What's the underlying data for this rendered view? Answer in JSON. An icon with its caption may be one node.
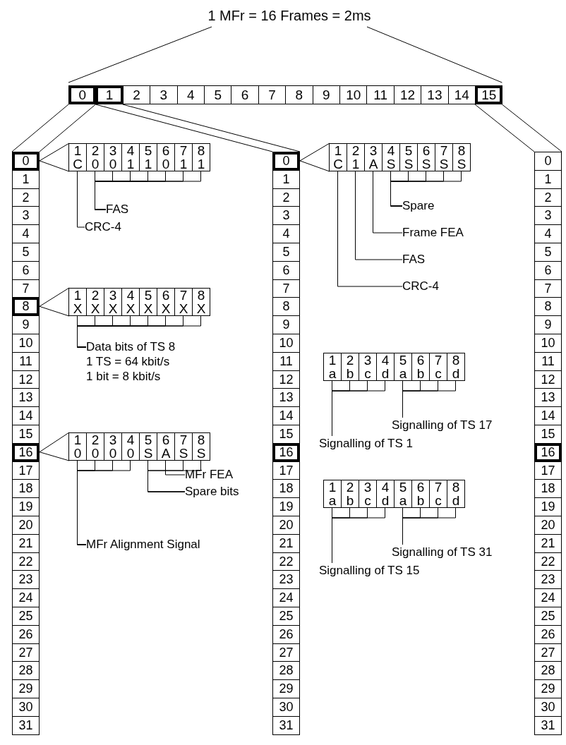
{
  "diagram": {
    "title": "1 MFr = 16 Frames = 2ms",
    "nodes": [
      {
        "text": [
          "FAS"
        ]
      },
      {
        "text": [
          "CRC-4"
        ]
      },
      {
        "text": [
          "Spare"
        ]
      },
      {
        "text": [
          "Frame FEA"
        ]
      },
      {
        "text": [
          "FAS"
        ]
      },
      {
        "text": [
          "CRC-4"
        ]
      },
      {
        "text": [
          "Data bits of TS 8 1 TS = 64 kbit/s 1 bit = 8 kbit/s"
        ]
      },
      {
        "text": [
          "Signalling of TS 17"
        ]
      },
      {
        "text": [
          "Signalling of TS 1"
        ]
      },
      {
        "text": [
          "MFr FEA"
        ]
      },
      {
        "text": [
          "Spare bits"
        ]
      },
      {
        "text": [
          "Signalling of TS 31"
        ]
      },
      {
        "text": [
          "MFr Alignment Signal"
        ]
      },
      {
        "text": [
          "Signalling of TS 15"
        ]
      },
      {
        "text": [
          "1",
          "C"
        ]
      },
      {
        "text": [
          "2",
          "0"
        ]
      },
      {
        "text": [
          "3",
          "0"
        ]
      },
      {
        "text": [
          "4",
          "1"
        ]
      },
      {
        "text": [
          "5",
          "1"
        ]
      },
      {
        "text": [
          "6",
          "0"
        ]
      },
      {
        "text": [
          "7",
          "1"
        ]
      },
      {
        "text": [
          "8",
          "1"
        ]
      },
      {
        "text": [
          "1",
          "X"
        ]
      },
      {
        "text": [
          "2",
          "X"
        ]
      },
      {
        "text": [
          "3",
          "X"
        ]
      },
      {
        "text": [
          "4",
          "X"
        ]
      },
      {
        "text": [
          "5",
          "X"
        ]
      },
      {
        "text": [
          "6",
          "X"
        ]
      },
      {
        "text": [
          "7",
          "X"
        ]
      },
      {
        "text": [
          "8",
          "X"
        ]
      },
      {
        "text": [
          "1",
          "0"
        ]
      },
      {
        "text": [
          "2",
          "0"
        ]
      },
      {
        "text": [
          "3",
          "0"
        ]
      },
      {
        "text": [
          "4",
          "0"
        ]
      },
      {
        "text": [
          "5",
          "S"
        ]
      },
      {
        "text": [
          "6",
          "A"
        ]
      },
      {
        "text": [
          "7",
          "S"
        ]
      },
      {
        "text": [
          "8",
          "S"
        ]
      },
      {
        "text": [
          "1",
          "C"
        ]
      },
      {
        "text": [
          "2",
          "1"
        ]
      },
      {
        "text": [
          "3",
          "A"
        ]
      },
      {
        "text": [
          "4",
          "S"
        ]
      },
      {
        "text": [
          "5",
          "S"
        ]
      },
      {
        "text": [
          "6",
          "S"
        ]
      },
      {
        "text": [
          "7",
          "S"
        ]
      },
      {
        "text": [
          "8",
          "S"
        ]
      },
      {
        "text": [
          "1",
          "a"
        ]
      },
      {
        "text": [
          "2",
          "b"
        ]
      },
      {
        "text": [
          "3",
          "c"
        ]
      },
      {
        "text": [
          "4",
          "d"
        ]
      },
      {
        "text": [
          "5",
          "a"
        ]
      },
      {
        "text": [
          "6",
          "b"
        ]
      },
      {
        "text": [
          "7",
          "c"
        ]
      },
      {
        "text": [
          "8",
          "d"
        ]
      },
      {
        "text": [
          "1",
          "a"
        ]
      },
      {
        "text": [
          "2",
          "b"
        ]
      },
      {
        "text": [
          "3",
          "c"
        ]
      },
      {
        "text": [
          "4",
          "d"
        ]
      },
      {
        "text": [
          "5",
          "a"
        ]
      },
      {
        "text": [
          "6",
          "b"
        ]
      },
      {
        "text": [
          "7",
          "c"
        ]
      },
      {
        "text": [
          "8",
          "d"
        ]
      },
      {
        "text": [
          "0"
        ]
      },
      {
        "text": [
          "1"
        ]
      },
      {
        "text": [
          "2"
        ]
      },
      {
        "text": [
          "3"
        ]
      },
      {
        "text": [
          "4"
        ]
      },
      {
        "text": [
          "5"
        ]
      },
      {
        "text": [
          "6"
        ]
      },
      {
        "text": [
          "7"
        ]
      },
      {
        "text": [
          "8"
        ]
      },
      {
        "text": [
          "9"
        ]
      },
      {
        "text": [
          "10"
        ]
      },
      {
        "text": [
          "11"
        ]
      },
      {
        "text": [
          "12"
        ]
      },
      {
        "text": [
          "13"
        ]
      },
      {
        "text": [
          "14"
        ]
      },
      {
        "text": [
          "15"
        ]
      },
      {
        "text": [
          "0"
        ]
      },
      {
        "text": [
          "1"
        ]
      },
      {
        "text": [
          "2"
        ]
      },
      {
        "text": [
          "3"
        ]
      },
      {
        "text": [
          "4"
        ]
      },
      {
        "text": [
          "5"
        ]
      },
      {
        "text": [
          "6"
        ]
      },
      {
        "text": [
          "7"
        ]
      },
      {
        "text": [
          "8"
        ]
      },
      {
        "text": [
          "9"
        ]
      },
      {
        "text": [
          "10"
        ]
      },
      {
        "text": [
          "11"
        ]
      },
      {
        "text": [
          "12"
        ]
      },
      {
        "text": [
          "13"
        ]
      },
      {
        "text": [
          "14"
        ]
      },
      {
        "text": [
          "15"
        ]
      },
      {
        "text": [
          "16"
        ]
      },
      {
        "text": [
          "17"
        ]
      },
      {
        "text": [
          "18"
        ]
      },
      {
        "text": [
          "19"
        ]
      },
      {
        "text": [
          "20"
        ]
      },
      {
        "text": [
          "21"
        ]
      },
      {
        "text": [
          "22"
        ]
      },
      {
        "text": [
          "23"
        ]
      },
      {
        "text": [
          "24"
        ]
      },
      {
        "text": [
          "25"
        ]
      },
      {
        "text": [
          "26"
        ]
      },
      {
        "text": [
          "27"
        ]
      },
      {
        "text": [
          "28"
        ]
      },
      {
        "text": [
          "29"
        ]
      },
      {
        "text": [
          "30"
        ]
      },
      {
        "text": [
          "31"
        ]
      },
      {
        "text": [
          "0"
        ]
      },
      {
        "text": [
          "1"
        ]
      },
      {
        "text": [
          "2"
        ]
      },
      {
        "text": [
          "3"
        ]
      },
      {
        "text": [
          "4"
        ]
      },
      {
        "text": [
          "5"
        ]
      },
      {
        "text": [
          "6"
        ]
      },
      {
        "text": [
          "7"
        ]
      },
      {
        "text": [
          "8"
        ]
      },
      {
        "text": [
          "9"
        ]
      },
      {
        "text": [
          "10"
        ]
      },
      {
        "text": [
          "11"
        ]
      },
      {
        "text": [
          "12"
        ]
      },
      {
        "text": [
          "13"
        ]
      },
      {
        "text": [
          "14"
        ]
      },
      {
        "text": [
          "15"
        ]
      },
      {
        "text": [
          "16"
        ]
      },
      {
        "text": [
          "17"
        ]
      },
      {
        "text": [
          "18"
        ]
      },
      {
        "text": [
          "19"
        ]
      },
      {
        "text": [
          "20"
        ]
      },
      {
        "text": [
          "21"
        ]
      },
      {
        "text": [
          "22"
        ]
      },
      {
        "text": [
          "23"
        ]
      },
      {
        "text": [
          "24"
        ]
      },
      {
        "text": [
          "25"
        ]
      },
      {
        "text": [
          "26"
        ]
      },
      {
        "text": [
          "27"
        ]
      },
      {
        "text": [
          "28"
        ]
      },
      {
        "text": [
          "29"
        ]
      },
      {
        "text": [
          "30"
        ]
      },
      {
        "text": [
          "31"
        ]
      },
      {
        "text": [
          "0"
        ]
      },
      {
        "text": [
          "1"
        ]
      },
      {
        "text": [
          "2"
        ]
      },
      {
        "text": [
          "3"
        ]
      },
      {
        "text": [
          "4"
        ]
      },
      {
        "text": [
          "5"
        ]
      },
      {
        "text": [
          "6"
        ]
      },
      {
        "text": [
          "7"
        ]
      },
      {
        "text": [
          "8"
        ]
      },
      {
        "text": [
          "9"
        ]
      },
      {
        "text": [
          "10"
        ]
      },
      {
        "text": [
          "11"
        ]
      },
      {
        "text": [
          "12"
        ]
      },
      {
        "text": [
          "13"
        ]
      },
      {
        "text": [
          "14"
        ]
      },
      {
        "text": [
          "15"
        ]
      },
      {
        "text": [
          "16"
        ]
      },
      {
        "text": [
          "17"
        ]
      },
      {
        "text": [
          "18"
        ]
      },
      {
        "text": [
          "19"
        ]
      },
      {
        "text": [
          "20"
        ]
      },
      {
        "text": [
          "21"
        ]
      },
      {
        "text": [
          "22"
        ]
      },
      {
        "text": [
          "23"
        ]
      },
      {
        "text": [
          "24"
        ]
      },
      {
        "text": [
          "25"
        ]
      },
      {
        "text": [
          "26"
        ]
      },
      {
        "text": [
          "27"
        ]
      },
      {
        "text": [
          "28"
        ]
      },
      {
        "text": [
          "29"
        ]
      },
      {
        "text": [
          "30"
        ]
      },
      {
        "text": [
          "31"
        ]
      }
    ],
    "edges": [
      {
        "from": 0,
        "to": 15,
        "arrow": "none"
      },
      {
        "from": 0,
        "to": 16,
        "arrow": "none"
      },
      {
        "from": 0,
        "to": 17,
        "arrow": "none"
      },
      {
        "from": 0,
        "to": 18,
        "arrow": "none"
      },
      {
        "from": 0,
        "to": 19,
        "arrow": "none"
      },
      {
        "from": 0,
        "to": 20,
        "arrow": "none"
      },
      {
        "from": 0,
        "to": 21,
        "arrow": "none"
      },
      {
        "from": 1,
        "to": 14,
        "arrow": "none"
      },
      {
        "from": 2,
        "to": 41,
        "arrow": "none"
      },
      {
        "from": 2,
        "to": 42,
        "arrow": "none"
      },
      {
        "from": 2,
        "to": 43,
        "arrow": "none"
      },
      {
        "from": 2,
        "to": 44,
        "arrow": "none"
      },
      {
        "from": 2,
        "to": 45,
        "arrow": "none"
      },
      {
        "from": 3,
        "to": 40,
        "arrow": "none"
      },
      {
        "from": 4,
        "to": 39,
        "arrow": "none"
      },
      {
        "from": 5,
        "to": 38,
        "arrow": "none"
      },
      {
        "from": 6,
        "to": 22,
        "arrow": "none"
      },
      {
        "from": 6,
        "to": 23,
        "arrow": "none"
      },
      {
        "from": 6,
        "to": 24,
        "arrow": "none"
      },
      {
        "from": 6,
        "to": 25,
        "arrow": "none"
      },
      {
        "from": 6,
        "to": 26,
        "arrow": "none"
      },
      {
        "from": 6,
        "to": 27,
        "arrow": "none"
      },
      {
        "from": 6,
        "to": 28,
        "arrow": "none"
      },
      {
        "from": 6,
        "to": 29,
        "arrow": "none"
      },
      {
        "from": 7,
        "to": 50,
        "arrow": "none"
      },
      {
        "from": 7,
        "to": 51,
        "arrow": "none"
      },
      {
        "from": 7,
        "to": 52,
        "arrow": "none"
      },
      {
        "from": 7,
        "to": 53,
        "arrow": "none"
      },
      {
        "from": 8,
        "to": 46,
        "arrow": "none"
      },
      {
        "from": 8,
        "to": 47,
        "arrow": "none"
      },
      {
        "from": 8,
        "to": 48,
        "arrow": "none"
      },
      {
        "from": 8,
        "to": 49,
        "arrow": "none"
      },
      {
        "from": 9,
        "to": 35,
        "arrow": "none"
      },
      {
        "from": 10,
        "to": 34,
        "arrow": "none"
      },
      {
        "from": 10,
        "to": 36,
        "arrow": "none"
      },
      {
        "from": 10,
        "to": 37,
        "arrow": "none"
      },
      {
        "from": 11,
        "to": 58,
        "arrow": "none"
      },
      {
        "from": 11,
        "to": 59,
        "arrow": "none"
      },
      {
        "from": 11,
        "to": 60,
        "arrow": "none"
      },
      {
        "from": 11,
        "to": 61,
        "arrow": "none"
      },
      {
        "from": 12,
        "to": 30,
        "arrow": "none"
      },
      {
        "from": 12,
        "to": 31,
        "arrow": "none"
      },
      {
        "from": 12,
        "to": 32,
        "arrow": "none"
      },
      {
        "from": 12,
        "to": 33,
        "arrow": "none"
      },
      {
        "from": 13,
        "to": 54,
        "arrow": "none"
      },
      {
        "from": 13,
        "to": 55,
        "arrow": "none"
      },
      {
        "from": 13,
        "to": 56,
        "arrow": "none"
      },
      {
        "from": 13,
        "to": 57,
        "arrow": "none"
      },
      {
        "from": 62,
        "to": 78,
        "arrow": "none"
      },
      {
        "from": 62,
        "to": 78,
        "arrow": "none"
      },
      {
        "from": 63,
        "to": 110,
        "arrow": "none"
      },
      {
        "from": 63,
        "to": 110,
        "arrow": "none"
      },
      {
        "from": 77,
        "to": 142,
        "arrow": "none"
      },
      {
        "from": 77,
        "to": 142,
        "arrow": "none"
      },
      {
        "from": 78,
        "to": 14,
        "arrow": "none"
      },
      {
        "from": 78,
        "to": 14,
        "arrow": "none"
      },
      {
        "from": 86,
        "to": 22,
        "arrow": "none"
      },
      {
        "from": 86,
        "to": 22,
        "arrow": "none"
      },
      {
        "from": 94,
        "to": 30,
        "arrow": "none"
      },
      {
        "from": 94,
        "to": 30,
        "arrow": "none"
      },
      {
        "from": 110,
        "to": 38,
        "arrow": "none"
      },
      {
        "from": 110,
        "to": 38,
        "arrow": "none"
      }
    ]
  }
}
